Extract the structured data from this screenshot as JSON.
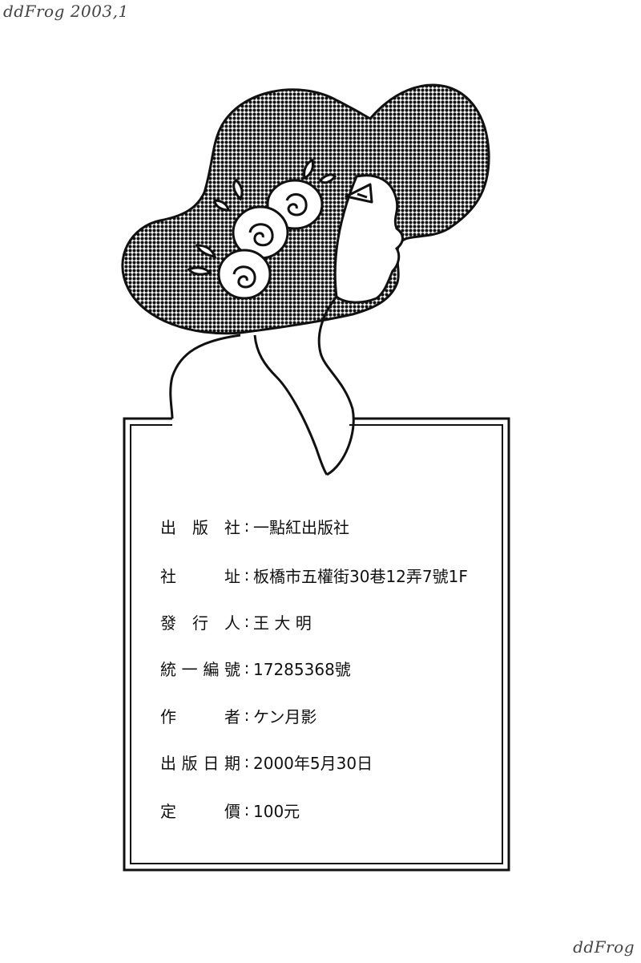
{
  "watermark": {
    "top": "ddFrog 2003,1",
    "bottom": "ddFrog"
  },
  "colophon": {
    "colon": ":",
    "rows": [
      {
        "label": "出版社",
        "value": "一點紅出版社"
      },
      {
        "label": "社址",
        "value": "板橋市五權街30巷12弄7號1F"
      },
      {
        "label": "發行人",
        "value": "王 大 明"
      },
      {
        "label": "統一編號",
        "value": "17285368號"
      },
      {
        "label": "作者",
        "value": "ケン月影"
      },
      {
        "label": "出版日期",
        "value": "2000年5月30日"
      },
      {
        "label": "定價",
        "value": "100元"
      }
    ]
  }
}
